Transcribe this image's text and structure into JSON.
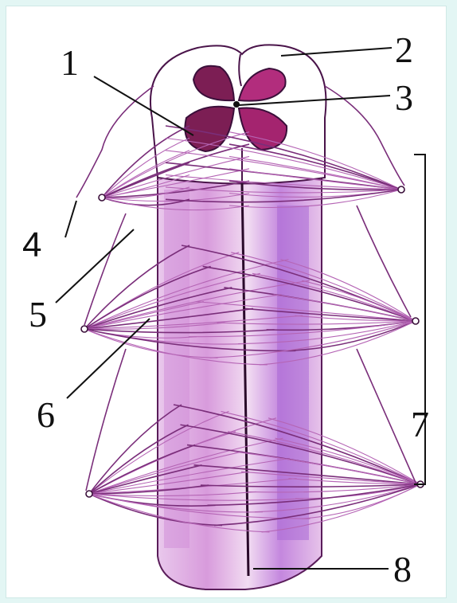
{
  "diagram": {
    "labels": [
      {
        "id": "label-1",
        "text": "1"
      },
      {
        "id": "label-2",
        "text": "2"
      },
      {
        "id": "label-3",
        "text": "3"
      },
      {
        "id": "label-4",
        "text": "4"
      },
      {
        "id": "label-5",
        "text": "5"
      },
      {
        "id": "label-6",
        "text": "6"
      },
      {
        "id": "label-7",
        "text": "7"
      },
      {
        "id": "label-8",
        "text": "8"
      }
    ]
  },
  "colors": {
    "background": "#e3f6f4",
    "canvas": "#ffffff",
    "cord_fill": "#e7c3ea",
    "cord_band": "#d59ad9",
    "cord_band_deep": "#b06fd1",
    "fiber": "#7a2e7a",
    "fiber_light": "#b565b5",
    "gray_matter": "#7c1e54",
    "gray_matter_light": "#a4246f",
    "outline": "#3a0f3a",
    "leader": "#111111"
  }
}
